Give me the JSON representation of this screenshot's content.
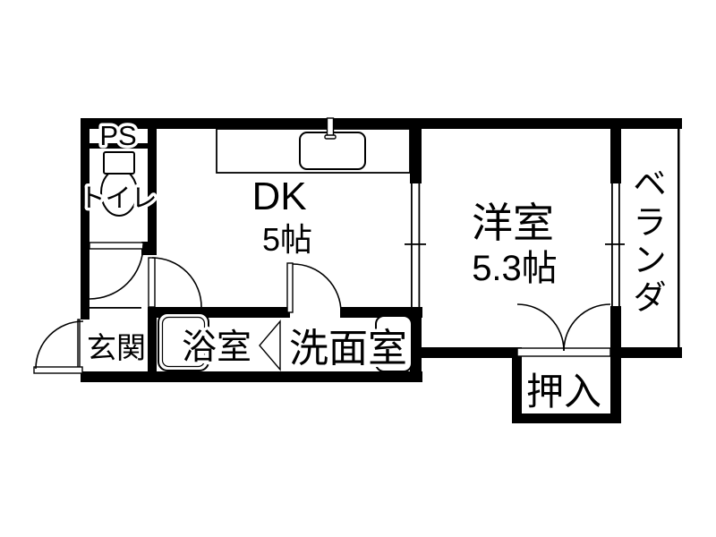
{
  "floorplan": {
    "kind": "japanese-apartment-floor-plan",
    "colors": {
      "wall": "#000000",
      "background": "#ffffff",
      "text": "#000000"
    },
    "rooms": {
      "ps": {
        "label": "PS"
      },
      "toilet": {
        "label": "トイレ"
      },
      "dk": {
        "label": "DK",
        "size": "5帖"
      },
      "western_room": {
        "label": "洋室",
        "size": "5.3帖"
      },
      "veranda": {
        "label": "ベランダ",
        "chars": [
          "ベ",
          "ラ",
          "ン",
          "ダ"
        ]
      },
      "entrance": {
        "label": "玄関"
      },
      "bathroom": {
        "label": "浴室"
      },
      "washroom": {
        "label": "洗面室"
      },
      "closet": {
        "label": "押入"
      }
    }
  }
}
